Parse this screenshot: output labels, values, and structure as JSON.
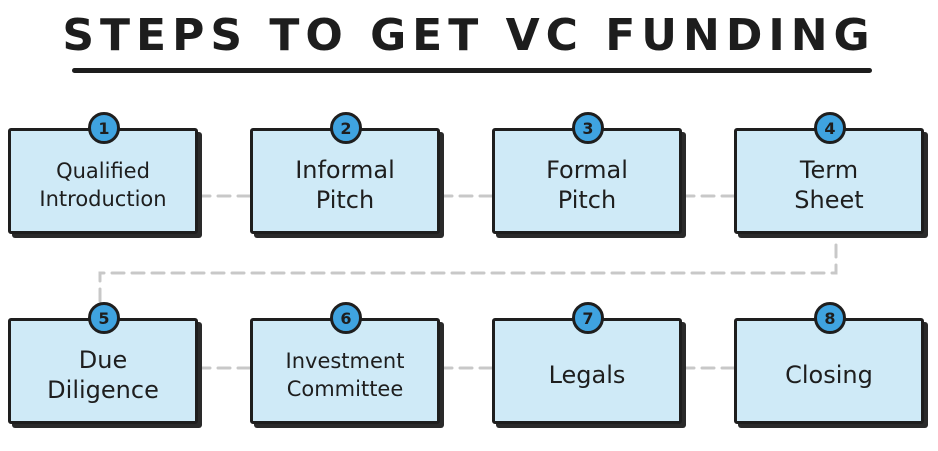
{
  "title": "STEPS TO GET VC FUNDING",
  "colors": {
    "box_fill": "#cfeaf7",
    "badge_fill": "#3fa3e0",
    "outline": "#1e1e1e",
    "connector": "#c8c8c8"
  },
  "steps": [
    {
      "number": "1",
      "label": "Qualified\nIntroduction"
    },
    {
      "number": "2",
      "label": "Informal\nPitch"
    },
    {
      "number": "3",
      "label": "Formal\nPitch"
    },
    {
      "number": "4",
      "label": "Term\nSheet"
    },
    {
      "number": "5",
      "label": "Due\nDiligence"
    },
    {
      "number": "6",
      "label": "Investment\nCommittee"
    },
    {
      "number": "7",
      "label": "Legals"
    },
    {
      "number": "8",
      "label": "Closing"
    }
  ]
}
